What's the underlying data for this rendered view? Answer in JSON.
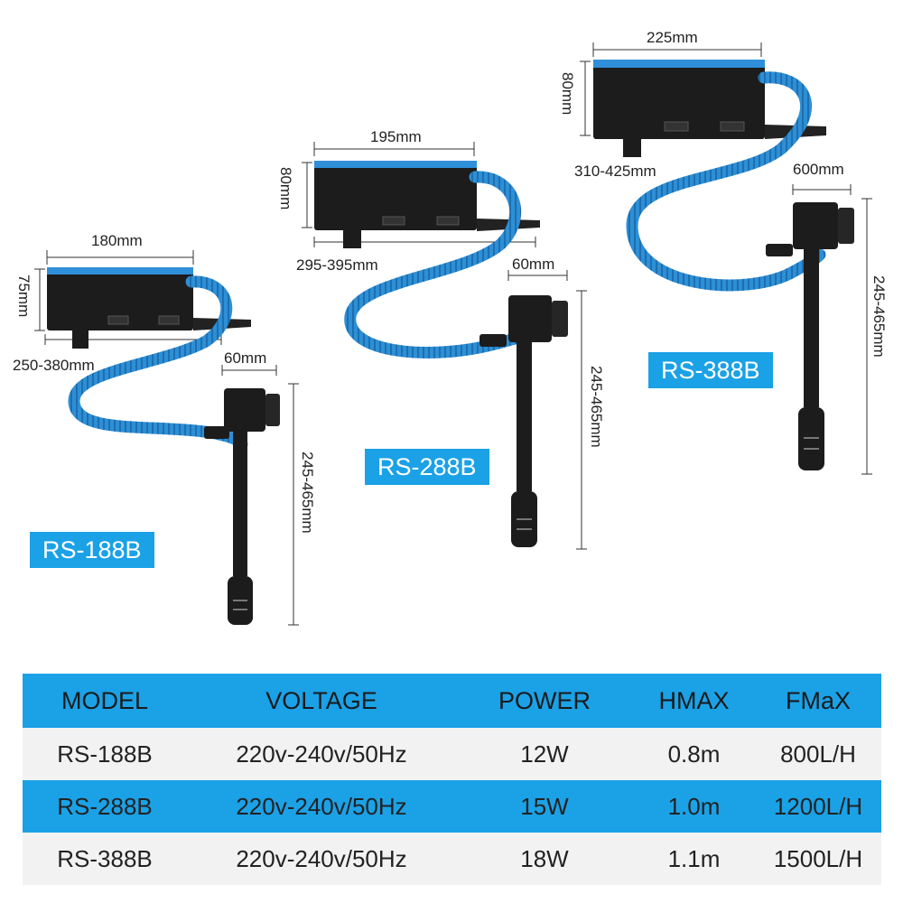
{
  "products": [
    {
      "model": "RS-188B",
      "dims": {
        "width": "180mm",
        "height": "75mm",
        "length": "250-380mm",
        "pump_width": "60mm",
        "pump_height": "245-465mm"
      }
    },
    {
      "model": "RS-288B",
      "dims": {
        "width": "195mm",
        "height": "80mm",
        "length": "295-395mm",
        "pump_width": "60mm",
        "pump_height": "245-465mm"
      }
    },
    {
      "model": "RS-388B",
      "dims": {
        "width": "225mm",
        "height": "80mm",
        "length": "310-425mm",
        "pump_width": "600mm",
        "pump_height": "245-465mm"
      }
    }
  ],
  "table": {
    "headers": [
      "MODEL",
      "VOLTAGE",
      "POWER",
      "HMAX",
      "FMaX"
    ],
    "rows": [
      [
        "RS-188B",
        "220v-240v/50Hz",
        "12W",
        "0.8m",
        "800L/H"
      ],
      [
        "RS-288B",
        "220v-240v/50Hz",
        "15W",
        "1.0m",
        "1200L/H"
      ],
      [
        "RS-388B",
        "220v-240v/50Hz",
        "18W",
        "1.1m",
        "1500L/H"
      ]
    ]
  },
  "colors": {
    "accent_blue": "#1ba1e6",
    "box_black": "#1c1c1c",
    "table_light_row": "#f2f2f2"
  }
}
